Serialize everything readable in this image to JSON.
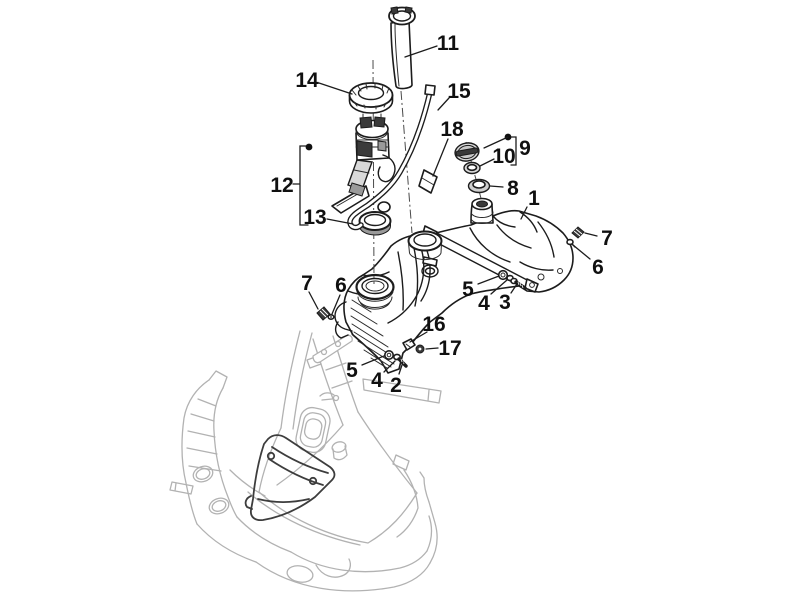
{
  "diagram": {
    "type": "exploded-parts-diagram",
    "subject": "scooter fuel tank assembly over frame",
    "colors": {
      "background": "#ffffff",
      "part_line": "#1c1c1c",
      "frame_line": "#b2b2b2",
      "panel_line": "#3d3d3d",
      "label_text": "#101010"
    },
    "callouts": [
      {
        "label": "11"
      },
      {
        "label": "14"
      },
      {
        "label": "15"
      },
      {
        "label": "18"
      },
      {
        "label": "9"
      },
      {
        "label": "10"
      },
      {
        "label": "8"
      },
      {
        "label": "1"
      },
      {
        "label": "7"
      },
      {
        "label": "6"
      },
      {
        "label": "12"
      },
      {
        "label": "13"
      },
      {
        "label": "7"
      },
      {
        "label": "6"
      },
      {
        "label": "5"
      },
      {
        "label": "4"
      },
      {
        "label": "3"
      },
      {
        "label": "16"
      },
      {
        "label": "17"
      },
      {
        "label": "5"
      },
      {
        "label": "4"
      },
      {
        "label": "2"
      }
    ]
  }
}
